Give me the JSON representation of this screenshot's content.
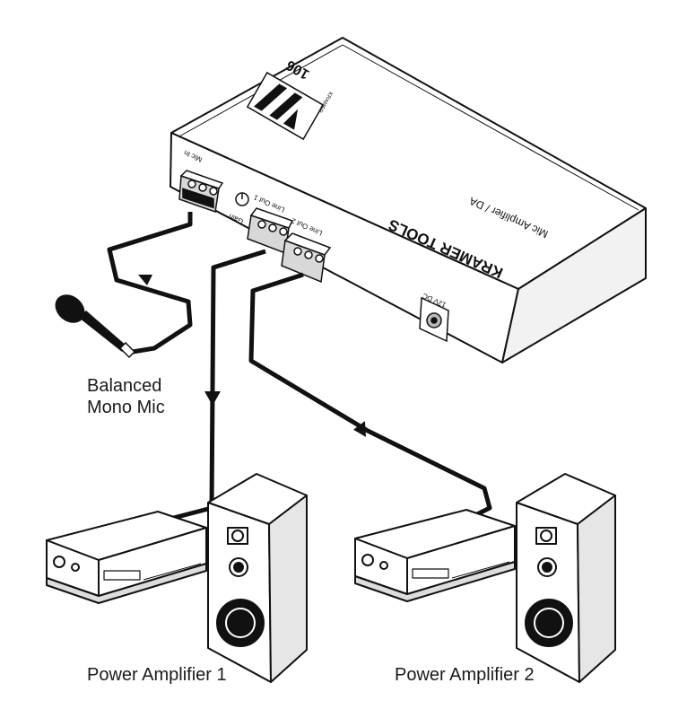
{
  "device": {
    "model": "106",
    "brand_text": "KRAMER TOOLS",
    "subtitle": "Mic Amplifier / DA",
    "logo_text": "KRAMER",
    "mic_in_label": "Mic In",
    "line_out_1_label": "Line Out 1",
    "line_out_2_label": "Line Out 2",
    "gain_label": "Gain",
    "power_label": "12V DC"
  },
  "labels": {
    "mic_line1": "Balanced",
    "mic_line2": "Mono Mic",
    "amp1": "Power Amplifier 1",
    "amp2": "Power Amplifier 2"
  }
}
